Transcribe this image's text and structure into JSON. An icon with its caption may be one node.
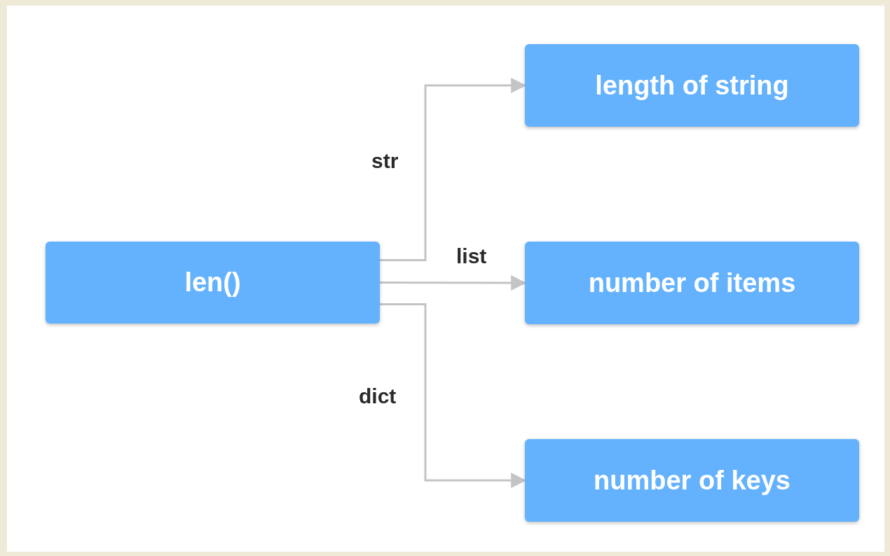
{
  "diagram": {
    "nodes": [
      {
        "text": [
          "len()"
        ]
      },
      {
        "text": [
          "length of string"
        ]
      },
      {
        "text": [
          "number of items"
        ]
      },
      {
        "text": [
          "number of keys"
        ]
      }
    ],
    "edges": [
      {
        "from": 0,
        "to": 1,
        "arrow": "to",
        "label": "str"
      },
      {
        "from": 0,
        "to": 2,
        "arrow": "to",
        "label": "list"
      },
      {
        "from": 0,
        "to": 3,
        "arrow": "to",
        "label": "dict"
      }
    ]
  }
}
